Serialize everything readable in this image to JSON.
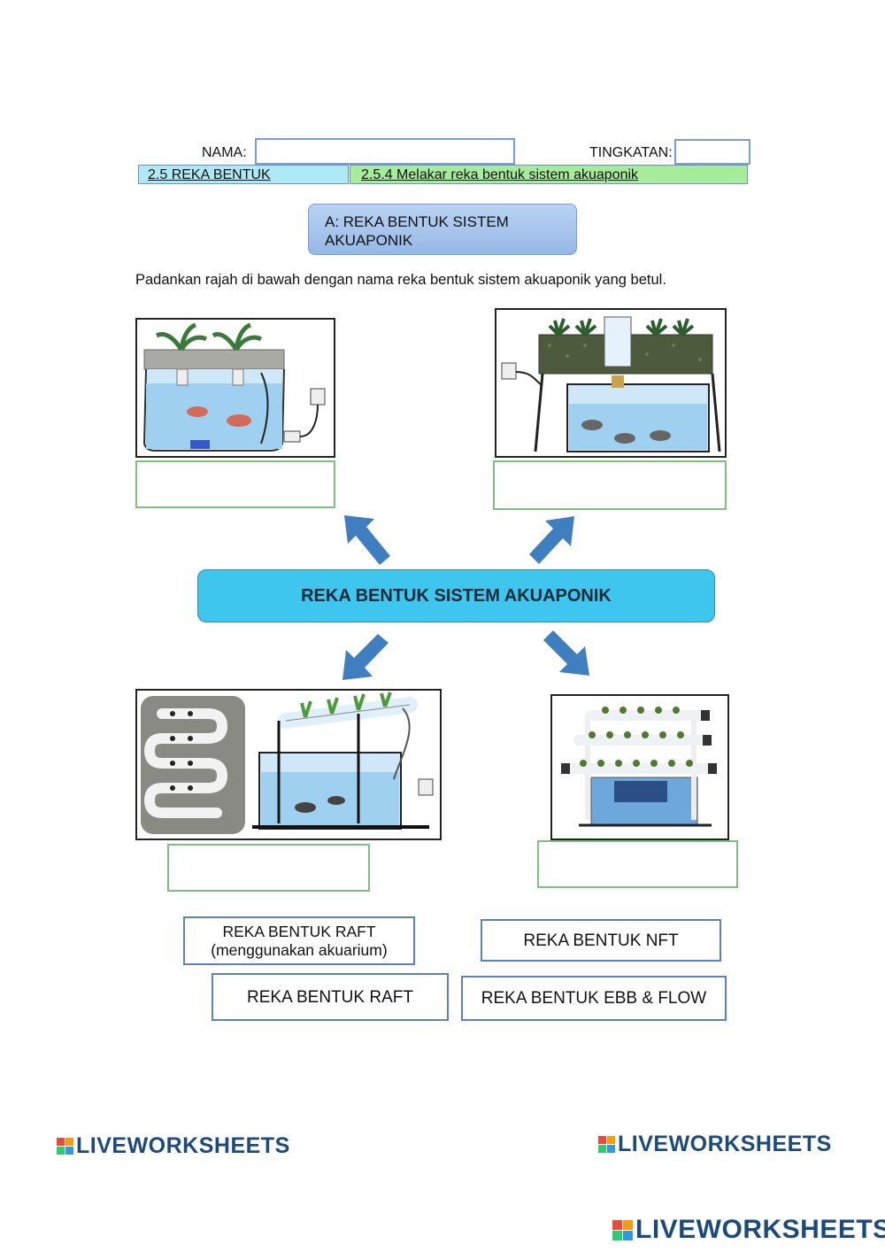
{
  "header": {
    "name_label": "NAMA:",
    "class_label": "TINGKATAN:",
    "topic": "2.5 REKA BENTUK",
    "subtopic": "2.5.4 Melakar reka bentuk sistem akuaponik"
  },
  "section": {
    "title_line1": "A: REKA BENTUK SISTEM",
    "title_line2": "AKUAPONIK",
    "instruction": "Padankan rajah di bawah dengan nama reka bentuk sistem akuaponik yang betul."
  },
  "center_banner": "REKA BENTUK SISTEM AKUAPONIK",
  "answer_inputs": [
    "",
    "",
    "",
    ""
  ],
  "choices": [
    {
      "line1": "REKA BENTUK RAFT",
      "line2": "(menggunakan akuarium)"
    },
    {
      "line1": "REKA BENTUK NFT"
    },
    {
      "line1": "REKA BENTUK RAFT"
    },
    {
      "line1": "REKA BENTUK EBB & FLOW"
    }
  ],
  "branding": {
    "text": "LIVEWORKSHEETS",
    "logo_colors": [
      "#e84c3d",
      "#f39c12",
      "#2ecc71",
      "#3498db"
    ]
  },
  "colors": {
    "topic_bg": "#aee9f5",
    "subtopic_bg": "#a6ec9a",
    "banner_bg": "#3fc6ee",
    "arrow": "#3f7fc0",
    "title_box": "#a9c6ec"
  }
}
